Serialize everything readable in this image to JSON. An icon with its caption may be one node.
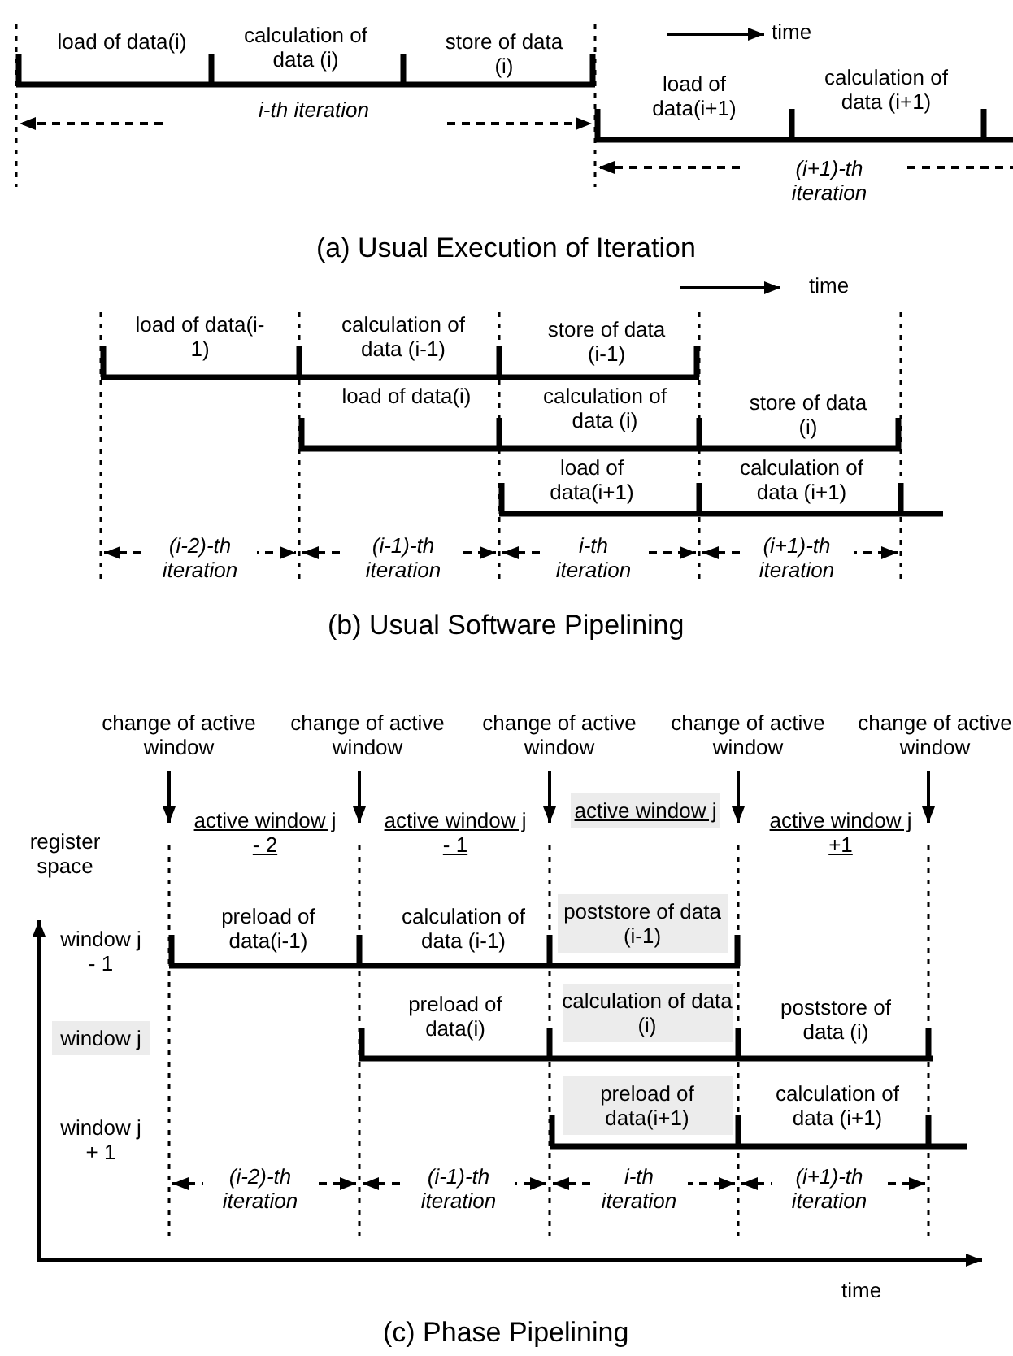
{
  "diagram": {
    "labels": [
      "load of data(i)",
      "calculation of data (i)",
      "store of data (i)",
      "time",
      "i-th iteration",
      "load of data(i+1)",
      "calculation of data (i+1)",
      "(i+1)-th iteration",
      "(a) Usual Execution of Iteration",
      "time",
      "load of data(i-1)",
      "calculation of data (i-1)",
      "store of data (i-1)",
      "load of data(i)",
      "calculation of data (i)",
      "store of data (i)",
      "load of data(i+1)",
      "calculation of data (i+1)",
      "(i-2)-th iteration",
      "(i-1)-th iteration",
      "i-th iteration",
      "(i+1)-th iteration",
      "(b) Usual Software Pipelining",
      "change of active window",
      "change of active window",
      "change of active window",
      "change of active window",
      "change of active window",
      "register space",
      "active window j - 2",
      "active window j - 1",
      "active window j",
      "active window j +1",
      "window j - 1",
      "preload of data(i-1)",
      "calculation of data (i-1)",
      "poststore of data (i-1)",
      "window j",
      "preload of data(i)",
      "calculation of data (i)",
      "poststore of data (i)",
      "window j + 1",
      "preload of data(i+1)",
      "calculation of data (i+1)",
      "(i-2)-th iteration",
      "(i-1)-th iteration",
      "i-th iteration",
      "(i+1)-th iteration",
      "time",
      "(c) Phase Pipelining"
    ]
  }
}
